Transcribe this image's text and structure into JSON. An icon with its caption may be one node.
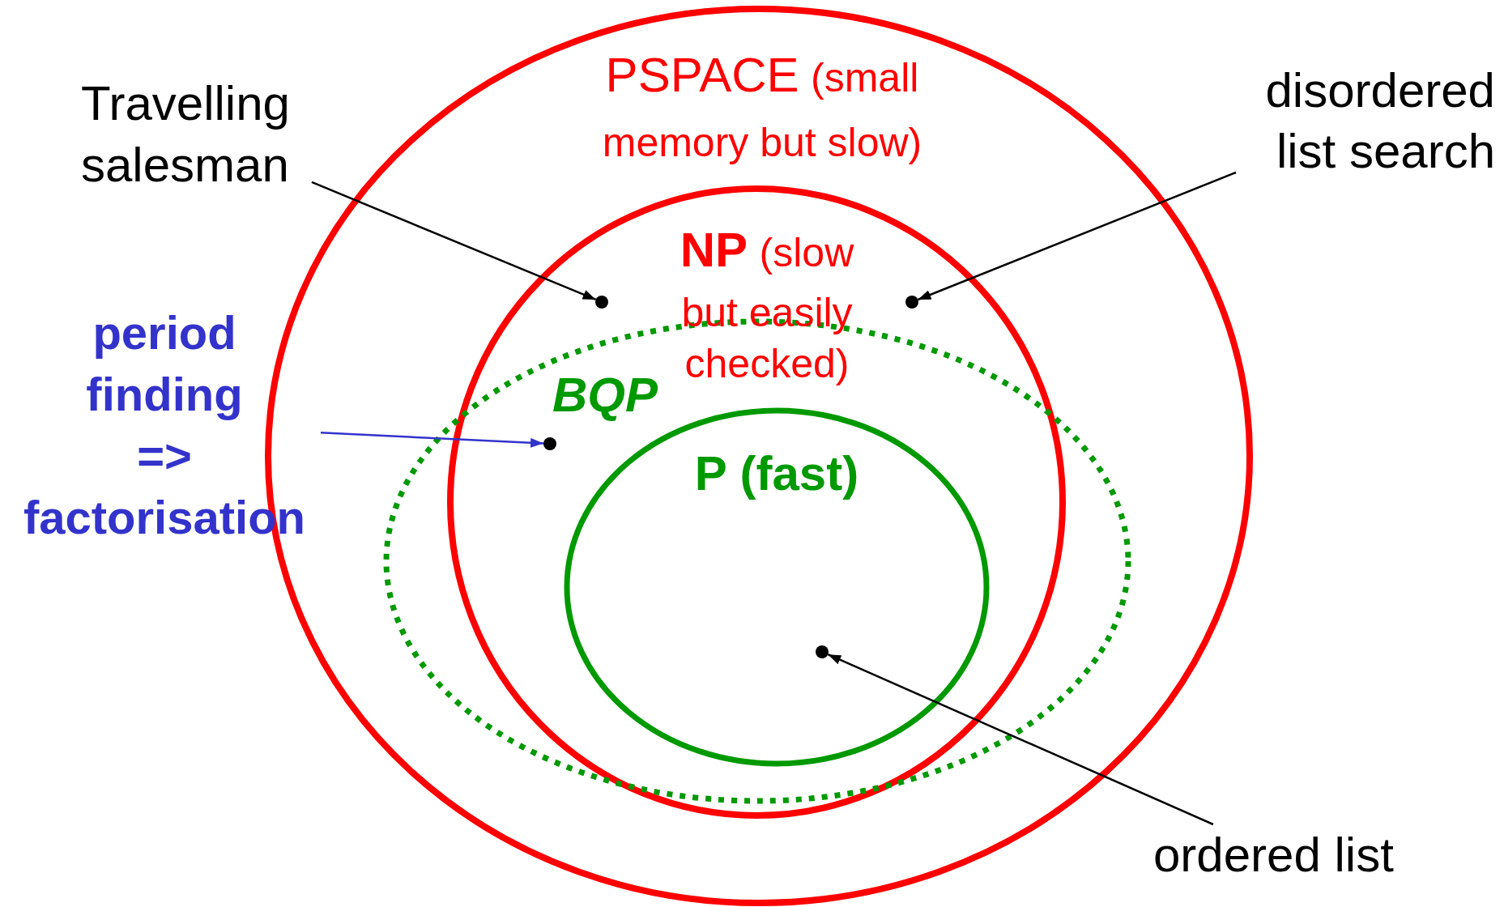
{
  "diagram": {
    "nodes": [
      {
        "text": [
          "PSPACE",
          "(small memory but slow)"
        ]
      },
      {
        "text": [
          "Travelling salesman"
        ]
      },
      {
        "text": [
          "disordered list search"
        ]
      },
      {
        "text": [
          "NP",
          "(slow but easily checked)"
        ],
        "in": 0
      },
      {
        "text": [],
        "shape": "circle",
        "in": 3
      },
      {
        "text": [],
        "shape": "circle",
        "in": 3
      },
      {
        "text": [
          "period finding => factorisation"
        ]
      },
      {
        "text": [
          "BQP"
        ],
        "in": 0
      },
      {
        "text": [],
        "shape": "circle",
        "in": 7
      },
      {
        "text": [
          "P (fast)"
        ],
        "in": 7
      },
      {
        "text": [],
        "shape": "circle",
        "in": 9
      },
      {
        "text": [
          "ordered list"
        ]
      }
    ],
    "edges": [
      {
        "from": 1,
        "to": 4,
        "arrow": "to"
      },
      {
        "from": 2,
        "to": 5,
        "arrow": "to"
      },
      {
        "from": 6,
        "to": 8,
        "arrow": "to",
        "color": "#3333cc"
      },
      {
        "from": 11,
        "to": 10,
        "arrow": "to"
      }
    ]
  }
}
